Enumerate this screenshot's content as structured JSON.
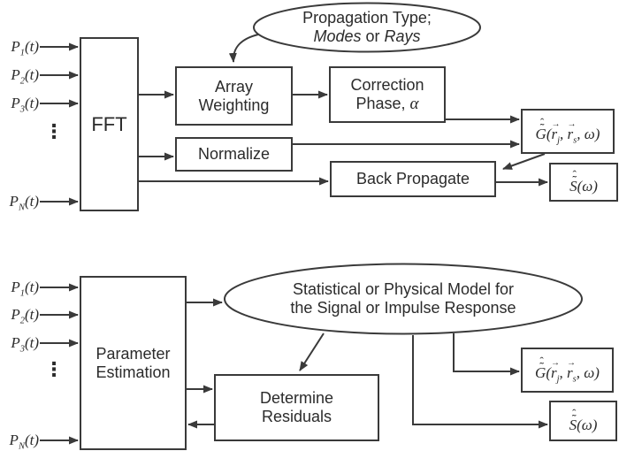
{
  "colors": {
    "stroke": "#3a3a3a",
    "text": "#2b2b2b",
    "background": "#ffffff"
  },
  "inputs": [
    {
      "base": "P",
      "sub": "1",
      "args": "(t)"
    },
    {
      "base": "P",
      "sub": "2",
      "args": "(t)"
    },
    {
      "base": "P",
      "sub": "3",
      "args": "(t)"
    },
    {
      "base": "P",
      "sub": "N",
      "args": "(t)"
    }
  ],
  "dots": "⋮",
  "top": {
    "fft_label": "FFT",
    "ellipse": {
      "line1": "Propagation Type;",
      "modes": "Modes",
      "or": " or ",
      "rays": "Rays"
    },
    "array_weighting": {
      "line1": "Array",
      "line2": "Weighting"
    },
    "correction_phase": {
      "line1": "Correction",
      "line2": "Phase, ",
      "alpha": "α"
    },
    "normalize_label": "Normalize",
    "back_propagate_label": "Back Propagate"
  },
  "bottom": {
    "parameter_estimation": {
      "line1": "Parameter",
      "line2": "Estimation"
    },
    "ellipse": {
      "line1": "Statistical or Physical Model for",
      "line2": "the Signal or Impulse Response"
    },
    "determine_residuals": {
      "line1": "Determine",
      "line2": "Residuals"
    }
  },
  "math": {
    "hat": "ˆ",
    "tilde": "˜",
    "vec": "→",
    "g_base": "G",
    "s_base": "S",
    "r_base": "r",
    "sub_j": "j",
    "sub_s": "s",
    "omega": "ω",
    "open": "(",
    "close": ")",
    "comma": ", "
  }
}
